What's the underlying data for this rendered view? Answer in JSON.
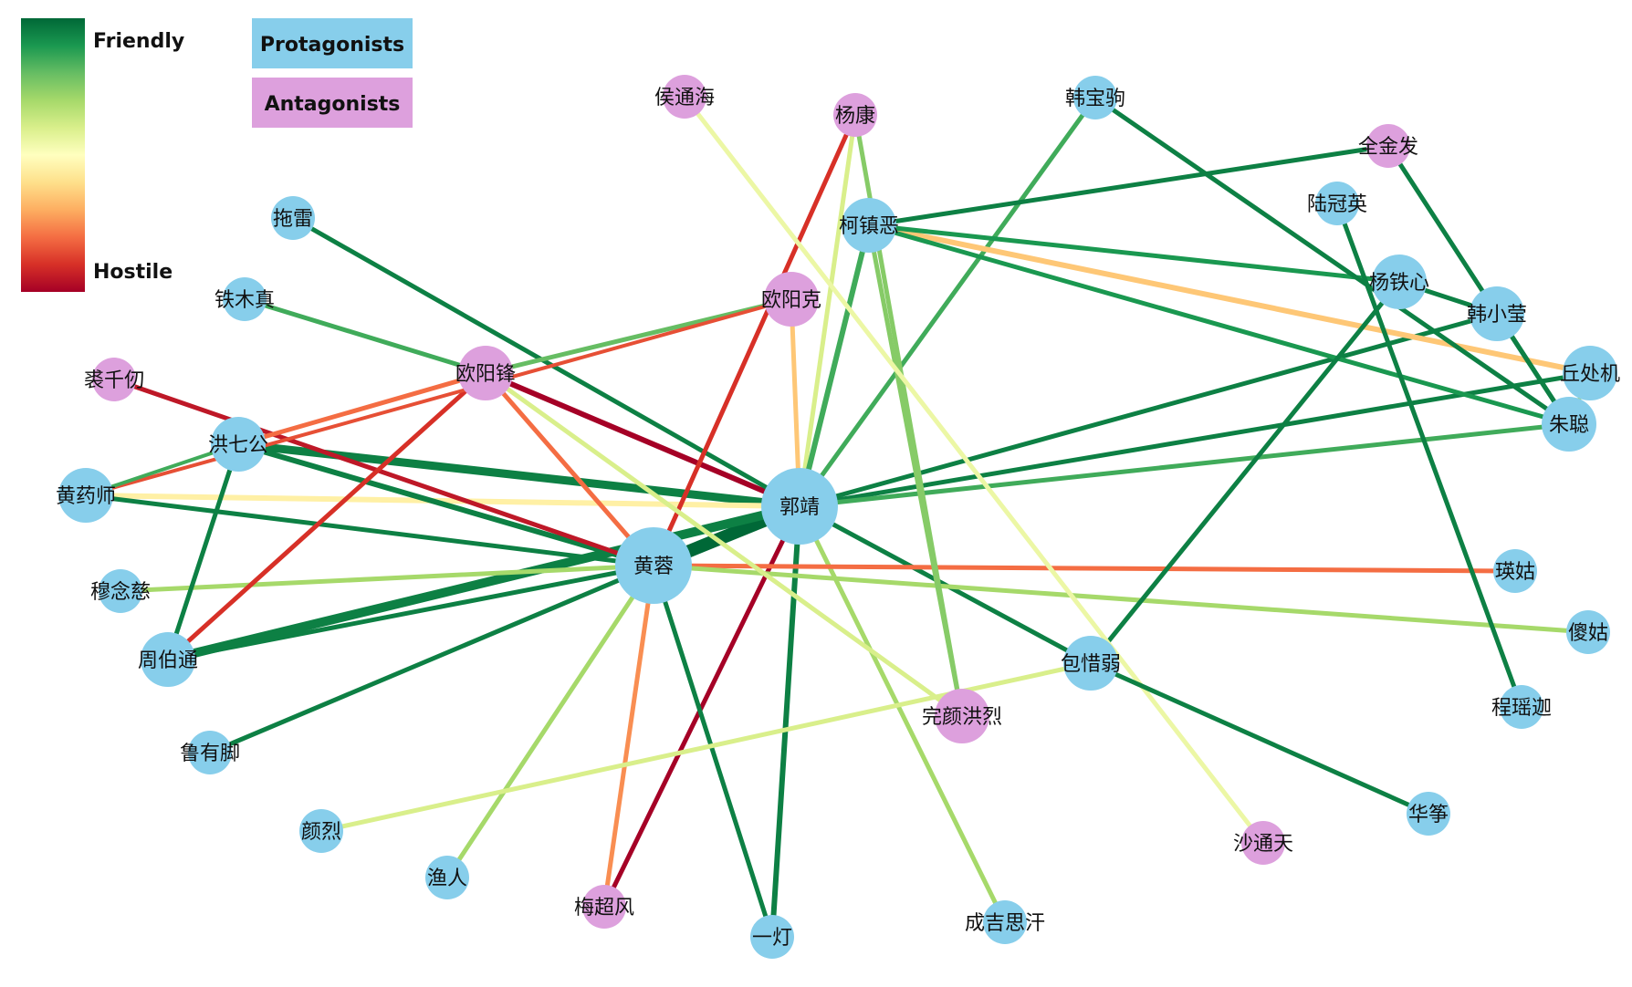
{
  "legend": {
    "friendly_label": "Friendly",
    "hostile_label": "Hostile",
    "protagonists_label": "Protagonists",
    "antagonists_label": "Antagonists",
    "gradient_colors": [
      "#006837",
      "#1a9850",
      "#66bd63",
      "#a6d96a",
      "#d9ef8b",
      "#ffffbf",
      "#fee08b",
      "#fdae61",
      "#f46d43",
      "#d73027",
      "#a50026"
    ],
    "protagonist_color": "#87ceeb",
    "antagonist_color": "#dda0dd"
  },
  "nodes": [
    {
      "id": "guojing",
      "label": "郭靖",
      "group": "protagonist",
      "size": "large"
    },
    {
      "id": "huangrong",
      "label": "黄蓉",
      "group": "protagonist",
      "size": "large"
    },
    {
      "id": "houtonghai",
      "label": "侯通海",
      "group": "antagonist",
      "size": "small"
    },
    {
      "id": "yangkang",
      "label": "杨康",
      "group": "antagonist",
      "size": "small"
    },
    {
      "id": "hanbaoju",
      "label": "韩宝驹",
      "group": "protagonist",
      "size": "small"
    },
    {
      "id": "quanjinfa",
      "label": "全金发",
      "group": "antagonist",
      "size": "small"
    },
    {
      "id": "luguanying",
      "label": "陆冠英",
      "group": "protagonist",
      "size": "small"
    },
    {
      "id": "tuolei",
      "label": "拖雷",
      "group": "protagonist",
      "size": "small"
    },
    {
      "id": "kezhene",
      "label": "柯镇恶",
      "group": "protagonist",
      "size": "medium"
    },
    {
      "id": "yangtiexin",
      "label": "杨铁心",
      "group": "protagonist",
      "size": "medium"
    },
    {
      "id": "hanxiaoying",
      "label": "韩小莹",
      "group": "protagonist",
      "size": "medium"
    },
    {
      "id": "tiemuzhen",
      "label": "铁木真",
      "group": "protagonist",
      "size": "small"
    },
    {
      "id": "ouyangke",
      "label": "欧阳克",
      "group": "antagonist",
      "size": "medium"
    },
    {
      "id": "qiuchuji",
      "label": "丘处机",
      "group": "protagonist",
      "size": "medium"
    },
    {
      "id": "qiuqianren",
      "label": "裘千仞",
      "group": "antagonist",
      "size": "small"
    },
    {
      "id": "ouyangfeng",
      "label": "欧阳锋",
      "group": "antagonist",
      "size": "medium"
    },
    {
      "id": "zhucong",
      "label": "朱聪",
      "group": "protagonist",
      "size": "medium"
    },
    {
      "id": "hongqigong",
      "label": "洪七公",
      "group": "protagonist",
      "size": "medium"
    },
    {
      "id": "huangyaoshi",
      "label": "黄药师",
      "group": "protagonist",
      "size": "medium"
    },
    {
      "id": "yinggu",
      "label": "瑛姑",
      "group": "protagonist",
      "size": "small"
    },
    {
      "id": "munianci",
      "label": "穆念慈",
      "group": "protagonist",
      "size": "small"
    },
    {
      "id": "shagu",
      "label": "傻姑",
      "group": "protagonist",
      "size": "small"
    },
    {
      "id": "zhoubotong",
      "label": "周伯通",
      "group": "protagonist",
      "size": "medium"
    },
    {
      "id": "baoxiruo",
      "label": "包惜弱",
      "group": "protagonist",
      "size": "medium"
    },
    {
      "id": "wanyanhonglie",
      "label": "完颜洪烈",
      "group": "antagonist",
      "size": "medium"
    },
    {
      "id": "chengyaojia",
      "label": "程瑶迦",
      "group": "protagonist",
      "size": "small"
    },
    {
      "id": "luyoujiao",
      "label": "鲁有脚",
      "group": "protagonist",
      "size": "small"
    },
    {
      "id": "huazheng",
      "label": "华筝",
      "group": "protagonist",
      "size": "small"
    },
    {
      "id": "yanlie",
      "label": "颜烈",
      "group": "protagonist",
      "size": "small"
    },
    {
      "id": "shatongtian",
      "label": "沙通天",
      "group": "antagonist",
      "size": "small"
    },
    {
      "id": "yuren",
      "label": "渔人",
      "group": "protagonist",
      "size": "small"
    },
    {
      "id": "meichaofeng",
      "label": "梅超风",
      "group": "antagonist",
      "size": "small"
    },
    {
      "id": "chengjisihan",
      "label": "成吉思汗",
      "group": "protagonist",
      "size": "small"
    },
    {
      "id": "yideng",
      "label": "一灯",
      "group": "protagonist",
      "size": "small"
    }
  ],
  "edges": [
    {
      "source": "guojing",
      "target": "huangrong",
      "relation": 1.0,
      "weight": 14
    },
    {
      "source": "guojing",
      "target": "hongqigong",
      "relation": 0.95,
      "weight": 9
    },
    {
      "source": "guojing",
      "target": "huangyaoshi",
      "relation": 0.45,
      "weight": 6
    },
    {
      "source": "guojing",
      "target": "ouyangfeng",
      "relation": 0.0,
      "weight": 6
    },
    {
      "source": "guojing",
      "target": "tuolei",
      "relation": 0.95,
      "weight": 5
    },
    {
      "source": "guojing",
      "target": "yangkang",
      "relation": 0.6,
      "weight": 5
    },
    {
      "source": "guojing",
      "target": "kezhene",
      "relation": 0.85,
      "weight": 6
    },
    {
      "source": "guojing",
      "target": "hanbaoju",
      "relation": 0.85,
      "weight": 5
    },
    {
      "source": "guojing",
      "target": "qiuchuji",
      "relation": 0.95,
      "weight": 5
    },
    {
      "source": "guojing",
      "target": "zhucong",
      "relation": 0.85,
      "weight": 5
    },
    {
      "source": "guojing",
      "target": "hanxiaoying",
      "relation": 0.95,
      "weight": 5
    },
    {
      "source": "guojing",
      "target": "baoxiruo",
      "relation": 0.95,
      "weight": 5
    },
    {
      "source": "guojing",
      "target": "yideng",
      "relation": 0.95,
      "weight": 6
    },
    {
      "source": "guojing",
      "target": "chengjisihan",
      "relation": 0.7,
      "weight": 5
    },
    {
      "source": "guojing",
      "target": "meichaofeng",
      "relation": 0.0,
      "weight": 5
    },
    {
      "source": "guojing",
      "target": "ouyangke",
      "relation": 0.35,
      "weight": 5
    },
    {
      "source": "guojing",
      "target": "zhoubotong",
      "relation": 0.95,
      "weight": 10
    },
    {
      "source": "huangrong",
      "target": "huangyaoshi",
      "relation": 0.95,
      "weight": 5
    },
    {
      "source": "huangrong",
      "target": "hongqigong",
      "relation": 0.95,
      "weight": 6
    },
    {
      "source": "huangrong",
      "target": "ouyangfeng",
      "relation": 0.2,
      "weight": 5
    },
    {
      "source": "huangrong",
      "target": "qiuqianren",
      "relation": 0.05,
      "weight": 5
    },
    {
      "source": "huangrong",
      "target": "yinggu",
      "relation": 0.2,
      "weight": 5
    },
    {
      "source": "huangrong",
      "target": "munianci",
      "relation": 0.7,
      "weight": 5
    },
    {
      "source": "huangrong",
      "target": "shagu",
      "relation": 0.7,
      "weight": 5
    },
    {
      "source": "huangrong",
      "target": "luyoujiao",
      "relation": 0.95,
      "weight": 5
    },
    {
      "source": "huangrong",
      "target": "yuren",
      "relation": 0.7,
      "weight": 5
    },
    {
      "source": "huangrong",
      "target": "meichaofeng",
      "relation": 0.25,
      "weight": 5
    },
    {
      "source": "huangrong",
      "target": "yideng",
      "relation": 0.95,
      "weight": 5
    },
    {
      "source": "huangrong",
      "target": "yangkang",
      "relation": 0.1,
      "weight": 5
    },
    {
      "source": "huangrong",
      "target": "zhoubotong",
      "relation": 0.95,
      "weight": 5
    },
    {
      "source": "ouyangfeng",
      "target": "tiemuzhen",
      "relation": 0.85,
      "weight": 5
    },
    {
      "source": "ouyangfeng",
      "target": "ouyangke",
      "relation": 0.8,
      "weight": 5
    },
    {
      "source": "ouyangfeng",
      "target": "hongqigong",
      "relation": 0.2,
      "weight": 5
    },
    {
      "source": "ouyangfeng",
      "target": "zhoubotong",
      "relation": 0.1,
      "weight": 5
    },
    {
      "source": "ouyangfeng",
      "target": "wanyanhonglie",
      "relation": 0.6,
      "weight": 5
    },
    {
      "source": "ouyangke",
      "target": "huangyaoshi",
      "relation": 0.15,
      "weight": 4
    },
    {
      "source": "hongqigong",
      "target": "huangyaoshi",
      "relation": 0.85,
      "weight": 4
    },
    {
      "source": "hongqigong",
      "target": "zhoubotong",
      "relation": 0.95,
      "weight": 5
    },
    {
      "source": "kezhene",
      "target": "quanjinfa",
      "relation": 0.95,
      "weight": 5
    },
    {
      "source": "kezhene",
      "target": "qiuchuji",
      "relation": 0.35,
      "weight": 6
    },
    {
      "source": "kezhene",
      "target": "yangtiexin",
      "relation": 0.9,
      "weight": 5
    },
    {
      "source": "kezhene",
      "target": "zhucong",
      "relation": 0.9,
      "weight": 5
    },
    {
      "source": "kezhene",
      "target": "wanyanhonglie",
      "relation": 0.75,
      "weight": 5
    },
    {
      "source": "yangkang",
      "target": "wanyanhonglie",
      "relation": 0.75,
      "weight": 5
    },
    {
      "source": "hanbaoju",
      "target": "zhucong",
      "relation": 0.95,
      "weight": 5
    },
    {
      "source": "quanjinfa",
      "target": "zhucong",
      "relation": 0.95,
      "weight": 5
    },
    {
      "source": "luguanying",
      "target": "chengyaojia",
      "relation": 0.95,
      "weight": 5
    },
    {
      "source": "yangtiexin",
      "target": "baoxiruo",
      "relation": 0.95,
      "weight": 5
    },
    {
      "source": "yangtiexin",
      "target": "hanxiaoying",
      "relation": 0.95,
      "weight": 5
    },
    {
      "source": "hanxiaoying",
      "target": "zhucong",
      "relation": 0.95,
      "weight": 5
    },
    {
      "source": "qiuchuji",
      "target": "zhucong",
      "relation": 0.7,
      "weight": 4
    },
    {
      "source": "houtonghai",
      "target": "shatongtian",
      "relation": 0.55,
      "weight": 5
    },
    {
      "source": "baoxiruo",
      "target": "yanlie",
      "relation": 0.6,
      "weight": 5
    },
    {
      "source": "baoxiruo",
      "target": "huazheng",
      "relation": 0.95,
      "weight": 5
    }
  ]
}
